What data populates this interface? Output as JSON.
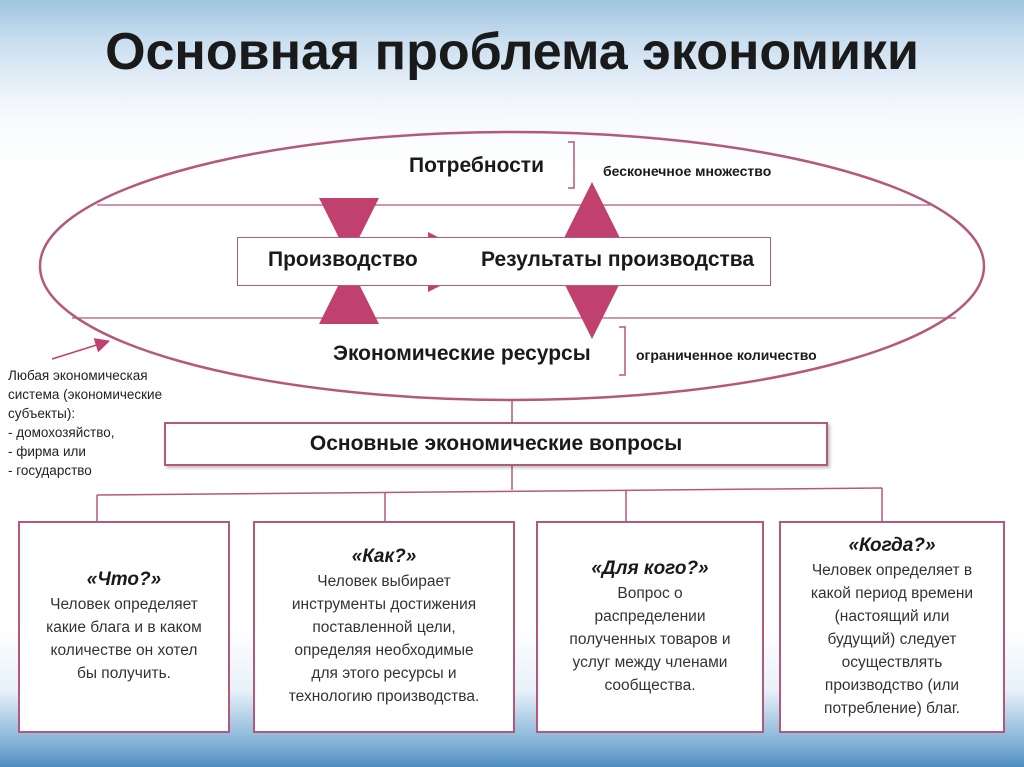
{
  "title": "Основная проблема экономики",
  "top": {
    "needs": "Потребности",
    "needs_note": "бесконечное множество",
    "production": "Производство",
    "results": "Результаты производства",
    "resources": "Экономические ресурсы",
    "resources_note": "ограниченное количество"
  },
  "side_note": {
    "lines": [
      "Любая экономическая",
      "система (экономические",
      "субъекты):",
      "- домохозяйство,",
      "- фирма или",
      "- государство"
    ]
  },
  "main_question": "Основные экономические вопросы",
  "questions": [
    {
      "heading": "«Что?»",
      "lines": [
        "Человек определяет",
        "какие блага и в каком",
        "количестве он хотел",
        "бы получить."
      ]
    },
    {
      "heading": "«Как?»",
      "lines": [
        "Человек выбирает",
        "инструменты достижения",
        "поставленной цели,",
        "определяя необходимые",
        "для этого ресурсы и",
        "технологию производства."
      ]
    },
    {
      "heading": "«Для кого?»",
      "lines": [
        "Вопрос о",
        "распределении",
        "полученных товаров и",
        "услуг между членами",
        "сообщества."
      ]
    },
    {
      "heading": "«Когда?»",
      "lines": [
        "Человек определяет в",
        "какой период времени",
        "(настоящий или",
        "будущий) следует",
        "осуществлять",
        "производство (или",
        "потребление) благ."
      ]
    }
  ],
  "colors": {
    "accent": "#b5587e",
    "arrow": "#c0406e",
    "text": "#1a1a1a"
  }
}
